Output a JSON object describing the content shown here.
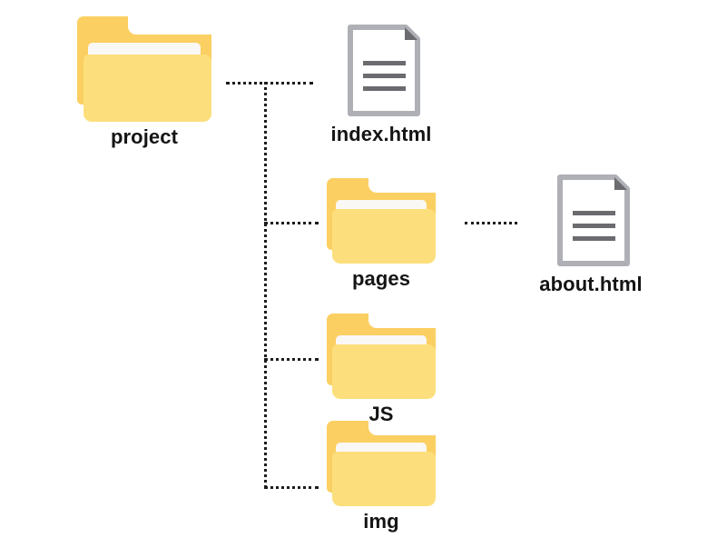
{
  "diagram": {
    "title": "project folder structure tree",
    "background_color": "#ffffff",
    "connector_color": "#1d1d1d",
    "label_color": "#141414",
    "folder_colors": {
      "back_tab": "#fbcf61",
      "sheet": "#faf8f5",
      "front": "#fcdf7c"
    },
    "document_colors": {
      "border": "#aeb0b5",
      "fill": "#ffffff",
      "fold": "#6b6b70",
      "text_line": "#6b6b70"
    }
  },
  "nodes": {
    "root": {
      "label": "project",
      "type": "folder",
      "icon": "folder-icon"
    },
    "index": {
      "label": "index.html",
      "type": "file",
      "icon": "document-icon"
    },
    "pages": {
      "label": "pages",
      "type": "folder",
      "icon": "folder-icon"
    },
    "about": {
      "label": "about.html",
      "type": "file",
      "icon": "document-icon"
    },
    "js": {
      "label": "JS",
      "type": "folder",
      "icon": "folder-icon"
    },
    "img": {
      "label": "img",
      "type": "folder",
      "icon": "folder-icon"
    }
  },
  "edges": [
    {
      "from": "project",
      "to": "index.html",
      "style": "dotted"
    },
    {
      "from": "project",
      "to": "pages",
      "style": "dotted"
    },
    {
      "from": "project",
      "to": "JS",
      "style": "dotted"
    },
    {
      "from": "project",
      "to": "img",
      "style": "dotted"
    },
    {
      "from": "pages",
      "to": "about.html",
      "style": "dotted"
    }
  ]
}
